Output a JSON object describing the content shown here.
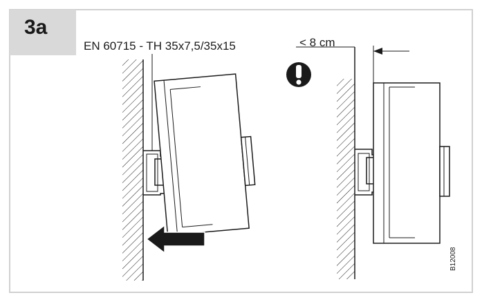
{
  "step": {
    "label": "3a"
  },
  "rail_standard": "EN 60715 - TH 35x7,5/35x15",
  "distance_label": "< 8 cm",
  "reference_code": "B12008",
  "icons": {
    "warning": "exclamation-warning-icon",
    "arrow": "push-left-arrow-icon"
  },
  "colors": {
    "frame": "#d0d0d0",
    "tab": "#d9d9d9",
    "ink": "#1a1a1a"
  }
}
